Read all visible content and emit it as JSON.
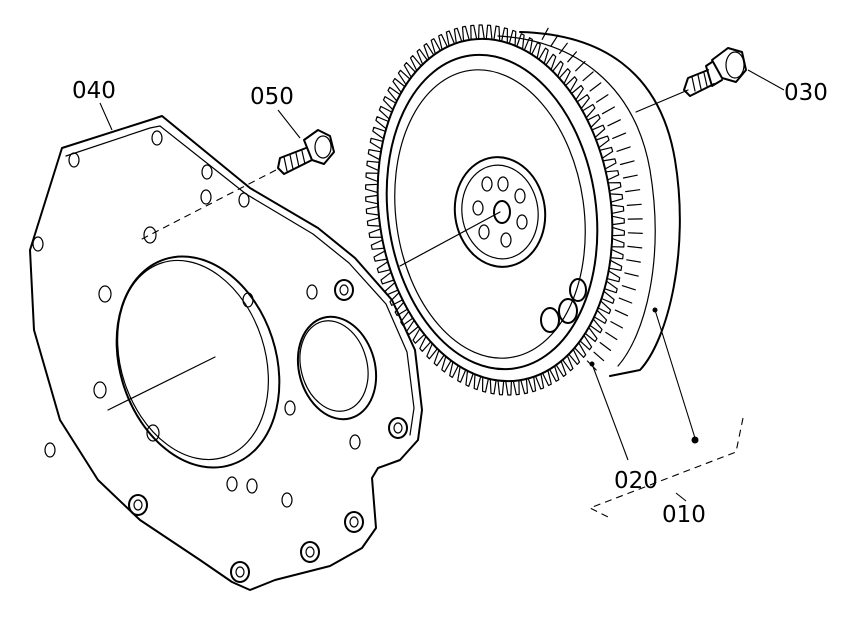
{
  "diagram": {
    "parts": [
      {
        "id": "plate",
        "label": "040"
      },
      {
        "id": "bolt_small",
        "label": "050"
      },
      {
        "id": "bolt_flywheel",
        "label": "030"
      },
      {
        "id": "ring_gear",
        "label": "020"
      },
      {
        "id": "flywheel_assy",
        "label": "010"
      }
    ],
    "ring_gear_teeth": 96,
    "colors": {
      "ink": "#000000",
      "background": "#ffffff"
    }
  }
}
